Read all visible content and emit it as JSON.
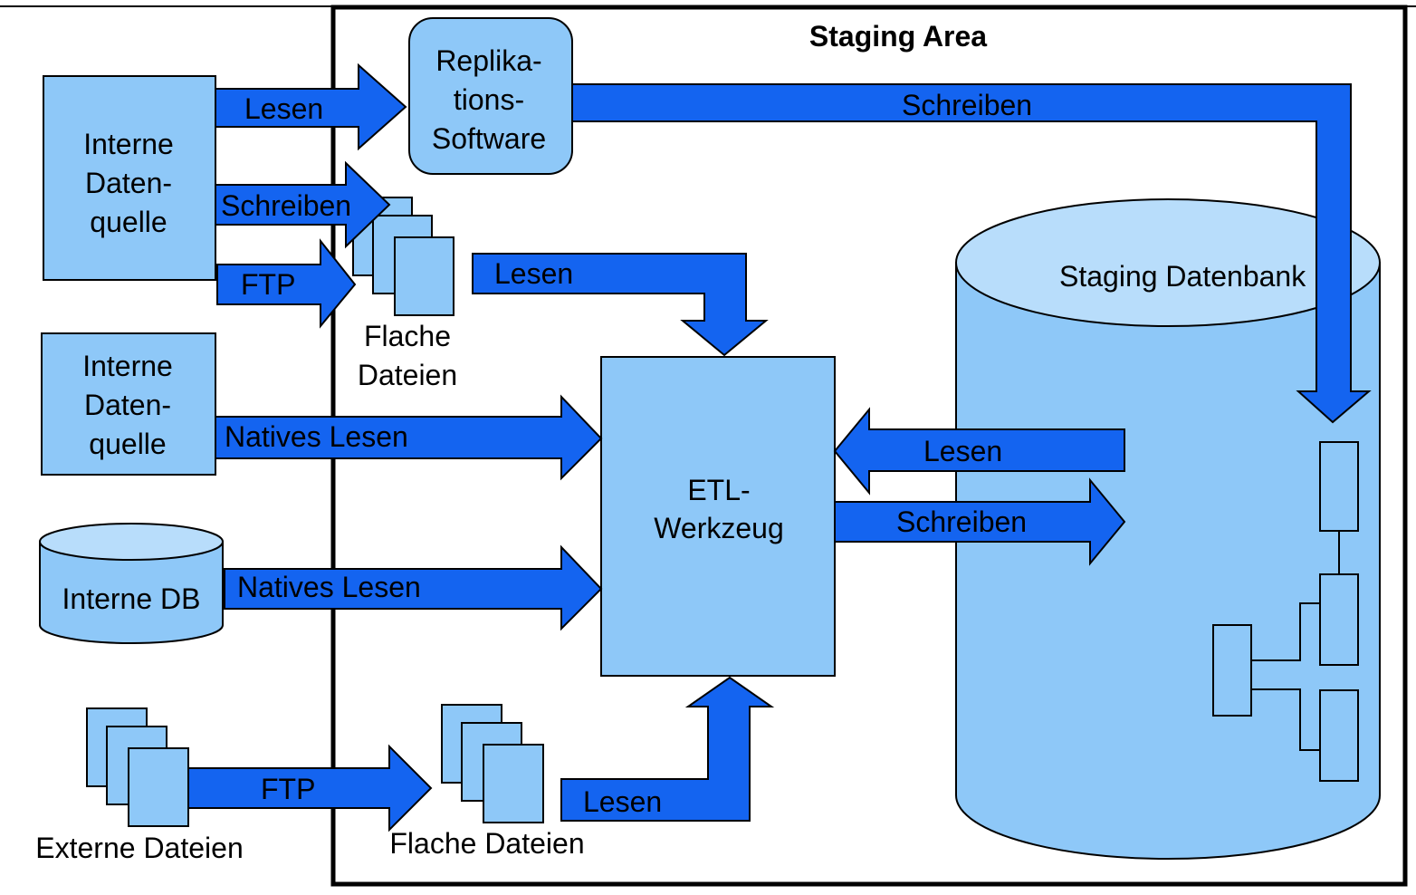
{
  "diagram": {
    "staging_area_title": "Staging Area",
    "colors": {
      "box_fill": "#8ec8f8",
      "db_top": "#b8ddfb",
      "arrow_fill": "#1464f0",
      "stroke": "#000000"
    },
    "sources": {
      "internal_source_1": [
        "Interne",
        "Daten-",
        "quelle"
      ],
      "internal_source_2": [
        "Interne",
        "Daten-",
        "quelle"
      ],
      "internal_db": "Interne DB",
      "external_files": "Externe Dateien"
    },
    "replication_software": [
      "Replika-",
      "tions-",
      "Software"
    ],
    "flat_files_top": [
      "Flache",
      "Dateien"
    ],
    "flat_files_bottom": "Flache Dateien",
    "etl_tool": [
      "ETL-",
      "Werkzeug"
    ],
    "staging_db": "Staging Datenbank",
    "arrows": {
      "read_to_replication": "Lesen",
      "replication_write": "Schreiben",
      "write_flat_files": "Schreiben",
      "ftp_flat_files": "FTP",
      "read_flat_files_top": "Lesen",
      "native_read_1": "Natives Lesen",
      "native_read_2": "Natives Lesen",
      "ftp_external": "FTP",
      "read_flat_files_bottom": "Lesen",
      "read_staging": "Lesen",
      "write_staging": "Schreiben"
    }
  }
}
